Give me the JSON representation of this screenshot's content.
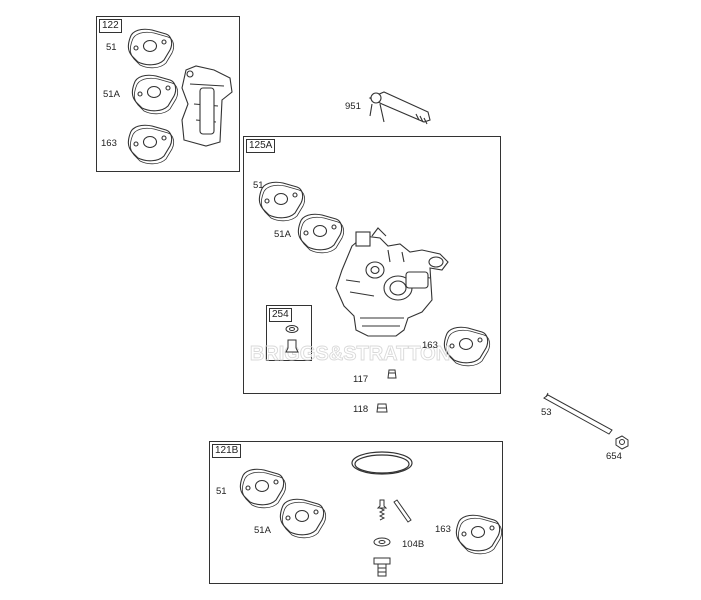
{
  "kits": {
    "kit_122": "122",
    "kit_125a": "125A",
    "kit_254": "254",
    "kit_121b": "121B"
  },
  "callouts": {
    "k122_51": "51",
    "k122_51a": "51A",
    "k122_163": "163",
    "p951": "951",
    "k125_51": "51",
    "k125_51a": "51A",
    "k125_163": "163",
    "k125_117": "117",
    "p118": "118",
    "p53": "53",
    "p654": "654",
    "k121_51": "51",
    "k121_51a": "51A",
    "k121_104b": "104B",
    "k121_163": "163"
  },
  "watermark": "BRIGGS&STRATTON",
  "colors": {
    "line": "#333333",
    "paper": "#ffffff",
    "watermark": "#d9d9d9"
  }
}
